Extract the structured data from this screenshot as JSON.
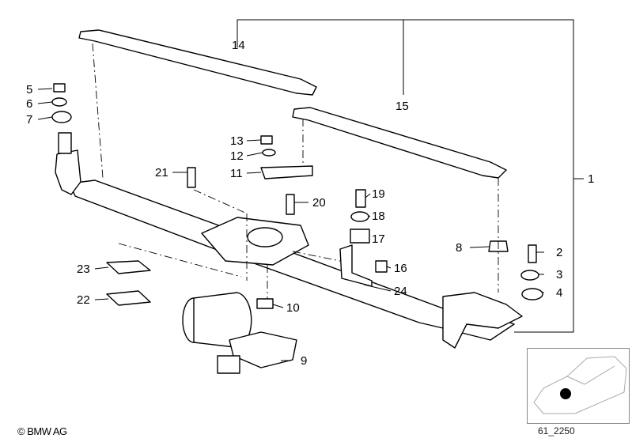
{
  "diagram": {
    "part_labels": [
      "1",
      "2",
      "3",
      "4",
      "5",
      "6",
      "7",
      "8",
      "9",
      "10",
      "11",
      "12",
      "13",
      "14",
      "15",
      "16",
      "17",
      "18",
      "19",
      "20",
      "21",
      "22",
      "23",
      "24"
    ],
    "copyright": "© BMW AG",
    "reference_code": "61_2250",
    "thumbnail": {
      "subject": "car-outline",
      "marker_color": "#000000"
    }
  }
}
